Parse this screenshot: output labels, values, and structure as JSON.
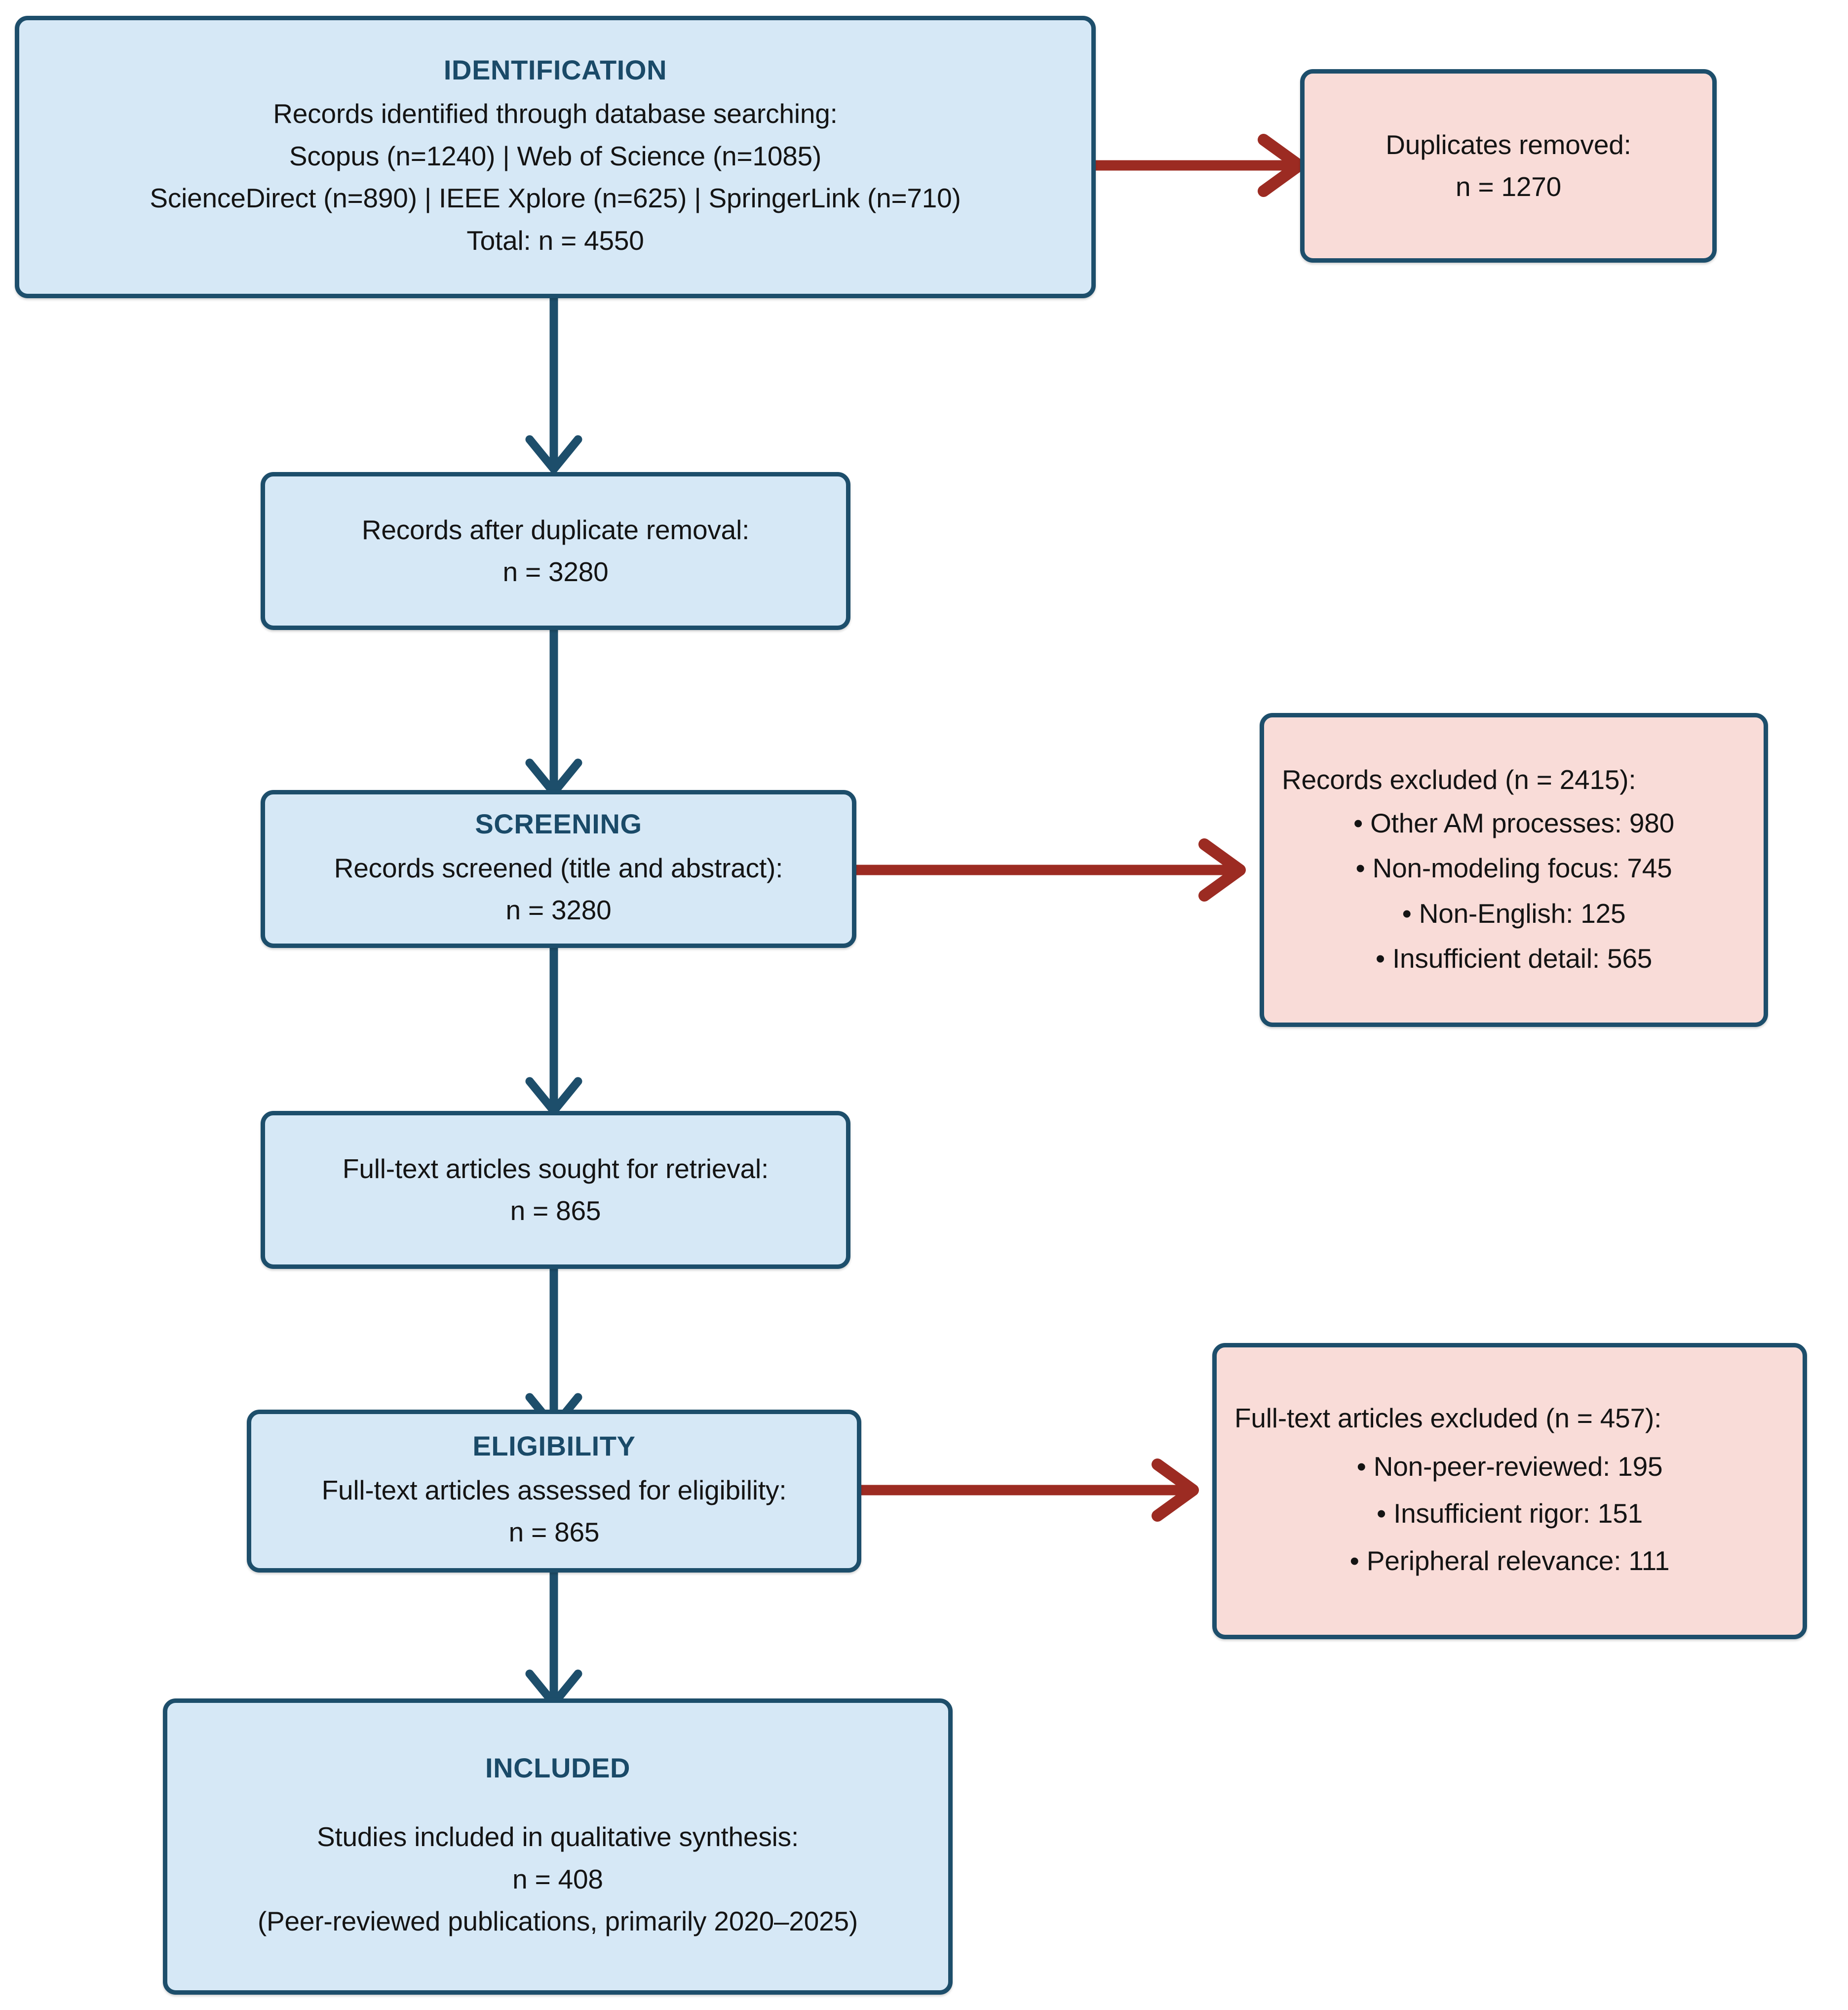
{
  "diagram": {
    "title": "PRISMA flow diagram",
    "colors": {
      "box_border": "#1d4e6b",
      "blue_fill": "#d6e8f6",
      "pink_fill": "#f9dcd8",
      "stage_title": "#1a4a68",
      "body_text": "#141414",
      "flow_arrow": "#1d4e6b",
      "exclusion_arrow": "#9c2b22"
    }
  },
  "identification": {
    "stage": "IDENTIFICATION",
    "line1": "Records identified through database searching:",
    "line2": "Scopus (n=1240)  | Web of Science (n=1085)",
    "line3": "ScienceDirect (n=890) | IEEE Xplore (n=625) | SpringerLink (n=710)",
    "line4": "Total: n = 4550"
  },
  "duplicates_removed": {
    "line1": "Duplicates removed:",
    "line2": "n = 1270"
  },
  "after_duplicates": {
    "line1": "Records after duplicate removal:",
    "line2": "n = 3280"
  },
  "screening": {
    "stage": "SCREENING",
    "line1": "Records screened (title and abstract):",
    "line2": "n = 3280"
  },
  "records_excluded": {
    "header": "Records excluded (n = 2415):",
    "items": [
      "• Other AM processes: 980",
      "• Non-modeling focus: 745",
      "• Non-English: 125",
      "• Insufficient detail: 565"
    ]
  },
  "fulltext_sought": {
    "line1": "Full-text articles sought for retrieval:",
    "line2": "n = 865"
  },
  "eligibility": {
    "stage": "ELIGIBILITY",
    "line1": "Full-text articles assessed for eligibility:",
    "line2": "n = 865"
  },
  "fulltext_excluded": {
    "header": "Full-text articles excluded (n = 457):",
    "items": [
      "• Non-peer-reviewed: 195",
      "• Insufficient rigor: 151",
      "• Peripheral relevance: 111"
    ]
  },
  "included": {
    "stage": "INCLUDED",
    "line1": "Studies included in qualitative synthesis:",
    "line2": "n = 408",
    "line3": "(Peer-reviewed publications, primarily 2020–2025)"
  }
}
